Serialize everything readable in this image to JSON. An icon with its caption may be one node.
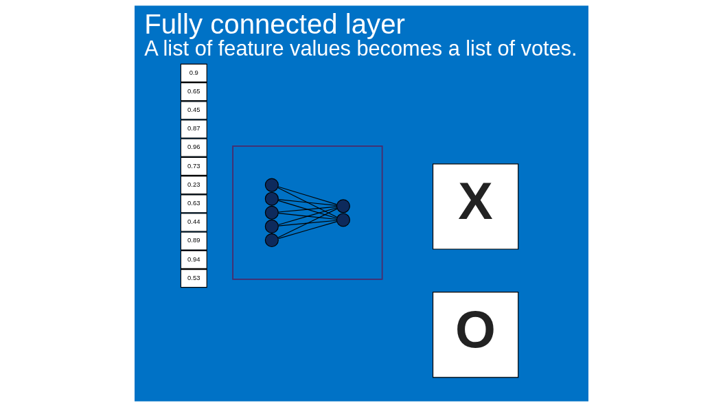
{
  "diagram": {
    "title": "Fully connected layer",
    "caption": "A list of feature values becomes a list of votes.",
    "nodes": [
      {
        "text": [
          "0.9"
        ]
      },
      {
        "text": [
          "0.65"
        ]
      },
      {
        "text": [
          "0.45"
        ]
      },
      {
        "text": [
          "0.87"
        ]
      },
      {
        "text": [
          "0.96"
        ]
      },
      {
        "text": [
          "0.73"
        ]
      },
      {
        "text": [
          "0.23"
        ]
      },
      {
        "text": [
          "0.63"
        ]
      },
      {
        "text": [
          "0.44"
        ]
      },
      {
        "text": [
          "0.89"
        ]
      },
      {
        "text": [
          "0.94"
        ]
      },
      {
        "text": [
          "0.53"
        ]
      },
      {
        "text": [],
        "shape": "box"
      },
      {
        "text": [],
        "shape": "circle",
        "in": 12
      },
      {
        "text": [],
        "shape": "circle",
        "in": 12
      },
      {
        "text": [],
        "shape": "circle",
        "in": 12
      },
      {
        "text": [],
        "shape": "circle",
        "in": 12
      },
      {
        "text": [],
        "shape": "circle",
        "in": 12
      },
      {
        "text": [],
        "shape": "circle",
        "in": 12
      },
      {
        "text": [],
        "shape": "circle",
        "in": 12
      },
      {
        "text": [
          "X"
        ]
      },
      {
        "text": [
          "O"
        ]
      }
    ],
    "edges": [
      {
        "from": 13,
        "to": 18,
        "arrow": "none"
      },
      {
        "from": 13,
        "to": 19,
        "arrow": "none"
      },
      {
        "from": 14,
        "to": 18,
        "arrow": "none"
      },
      {
        "from": 14,
        "to": 19,
        "arrow": "none"
      },
      {
        "from": 15,
        "to": 18,
        "arrow": "none"
      },
      {
        "from": 15,
        "to": 19,
        "arrow": "none"
      },
      {
        "from": 16,
        "to": 18,
        "arrow": "none"
      },
      {
        "from": 16,
        "to": 19,
        "arrow": "none"
      },
      {
        "from": 17,
        "to": 18,
        "arrow": "none"
      },
      {
        "from": 17,
        "to": 19,
        "arrow": "none"
      }
    ]
  }
}
